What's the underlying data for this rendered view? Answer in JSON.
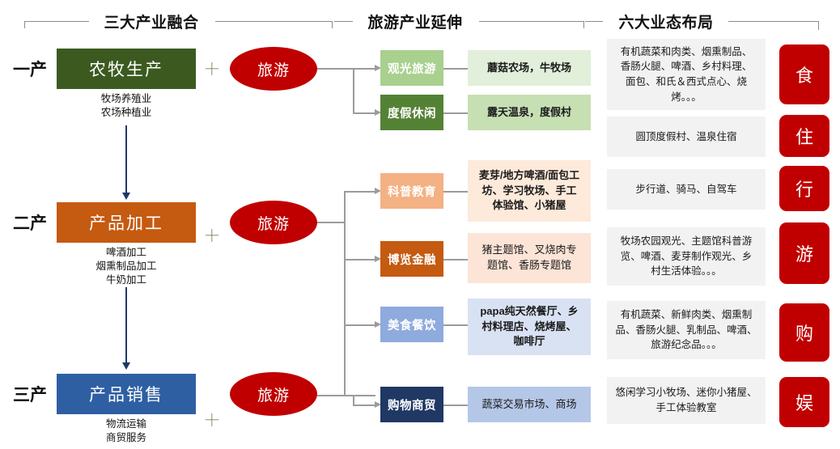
{
  "headers": [
    {
      "title": "三大产业融合"
    },
    {
      "title": "旅游产业延伸"
    },
    {
      "title": "六大业态布局"
    }
  ],
  "industries": [
    {
      "label": "一产",
      "box": "农牧生产",
      "box_color": "#3C5A20",
      "sub": "牧场养殖业\n农场种植业",
      "plus": "+",
      "tourism": "旅游"
    },
    {
      "label": "二产",
      "box": "产品加工",
      "box_color": "#C55A11",
      "sub": "啤酒加工\n烟熏制品加工\n牛奶加工",
      "plus": "+",
      "tourism": "旅游"
    },
    {
      "label": "三产",
      "box": "产品销售",
      "box_color": "#2E5FA3",
      "sub": "物流运输\n商贸服务",
      "plus": "+",
      "tourism": "旅游"
    }
  ],
  "extensions": [
    {
      "chip": "观光旅游",
      "chip_color": "#A9D08E",
      "chip_text_color": "#ffffff",
      "desc": "蘑菇农场，牛牧场",
      "desc_color": "#E2EFDA",
      "bold": true
    },
    {
      "chip": "度假休闲",
      "chip_color": "#548235",
      "chip_text_color": "#ffffff",
      "desc": "露天温泉，度假村",
      "desc_color": "#C6E0B4",
      "bold": true
    },
    {
      "chip": "科普教育",
      "chip_color": "#F4B183",
      "chip_text_color": "#ffffff",
      "desc": "麦芽/地方啤酒/面包工\n坊、学习牧场、手工\n体验馆、小猪屋",
      "desc_color": "#FDEADA",
      "bold": true
    },
    {
      "chip": "博览金融",
      "chip_color": "#C55A11",
      "chip_text_color": "#ffffff",
      "desc": "猪主题馆、叉烧肉专\n题馆、香肠专题馆",
      "desc_color": "#FCE4D6",
      "bold": false
    },
    {
      "chip": "美食餐饮",
      "chip_color": "#8FAADC",
      "chip_text_color": "#ffffff",
      "desc": "papa纯天然餐厅、乡\n村料理店、烧烤屋、\n咖啡厅",
      "desc_color": "#D9E2F3",
      "bold": true
    },
    {
      "chip": "购物商贸",
      "chip_color": "#1F3864",
      "chip_text_color": "#ffffff",
      "desc": "蔬菜交易市场、商场",
      "desc_color": "#B4C7E7",
      "bold": false
    }
  ],
  "formats": [
    {
      "desc": "有机蔬菜和肉类、烟熏制品、\n香肠火腿、啤酒、乡村料理、\n面包、和氏＆西式点心、烧\n烤。。。",
      "badge": "食"
    },
    {
      "desc": "圆顶度假村、温泉住宿",
      "badge": "住"
    },
    {
      "desc": "步行道、骑马、自驾车",
      "badge": "行"
    },
    {
      "desc": "牧场农园观光、主题馆科普游\n览、啤酒、麦芽制作观光、乡\n村生活体验。。。",
      "badge": "游"
    },
    {
      "desc": "有机蔬菜、新鲜肉类、烟熏制\n品、香肠火腿、乳制品、啤酒、\n旅游纪念品。。。",
      "badge": "购"
    },
    {
      "desc": "悠闲学习小牧场、迷你小猪屋、\n手工体验教室",
      "badge": "娱"
    }
  ],
  "colors": {
    "accent_red": "#C00000",
    "panel_gray": "#F2F2F2",
    "connector_gray": "#9b9b9b",
    "arrow_navy": "#1F3864"
  }
}
